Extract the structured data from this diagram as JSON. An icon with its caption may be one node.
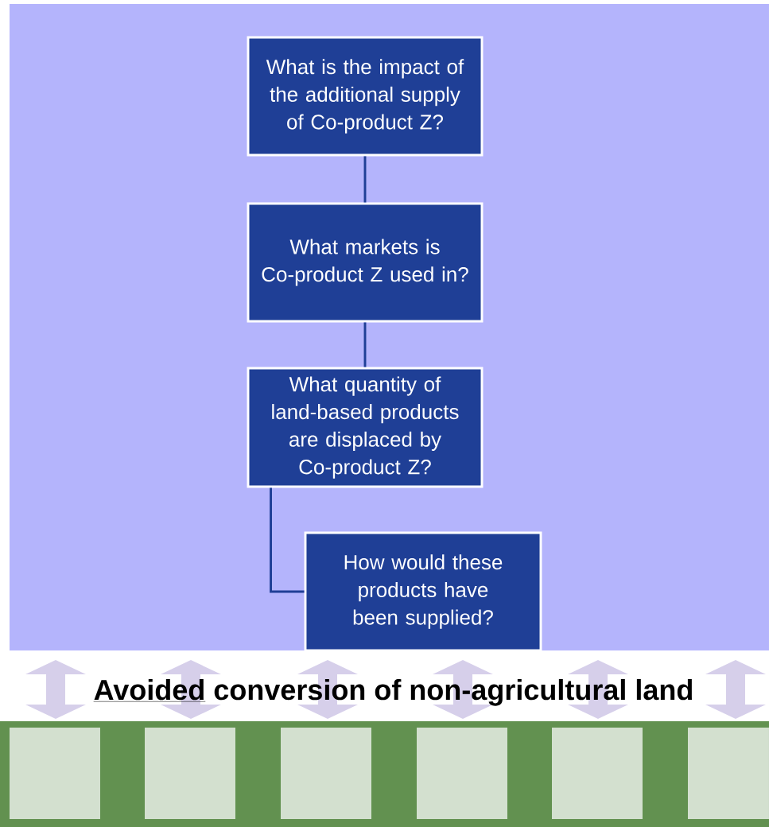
{
  "diagram": {
    "nodes": [
      {
        "text": [
          "What is the impact of the additional supply of Co-product Z?"
        ]
      },
      {
        "text": [
          "What markets is Co-product Z used in?"
        ]
      },
      {
        "text": [
          "What quantity of land-based products are displaced by Co-product Z?"
        ]
      },
      {
        "text": [
          "How would these products have been supplied?"
        ]
      }
    ],
    "edges": [
      {
        "from": 0,
        "to": 1,
        "arrow": "none"
      },
      {
        "from": 1,
        "to": 2,
        "arrow": "none"
      },
      {
        "from": 2,
        "to": 3,
        "arrow": "none"
      }
    ],
    "labels": [
      "Avoided",
      "conversion of non-agricultural land"
    ]
  }
}
